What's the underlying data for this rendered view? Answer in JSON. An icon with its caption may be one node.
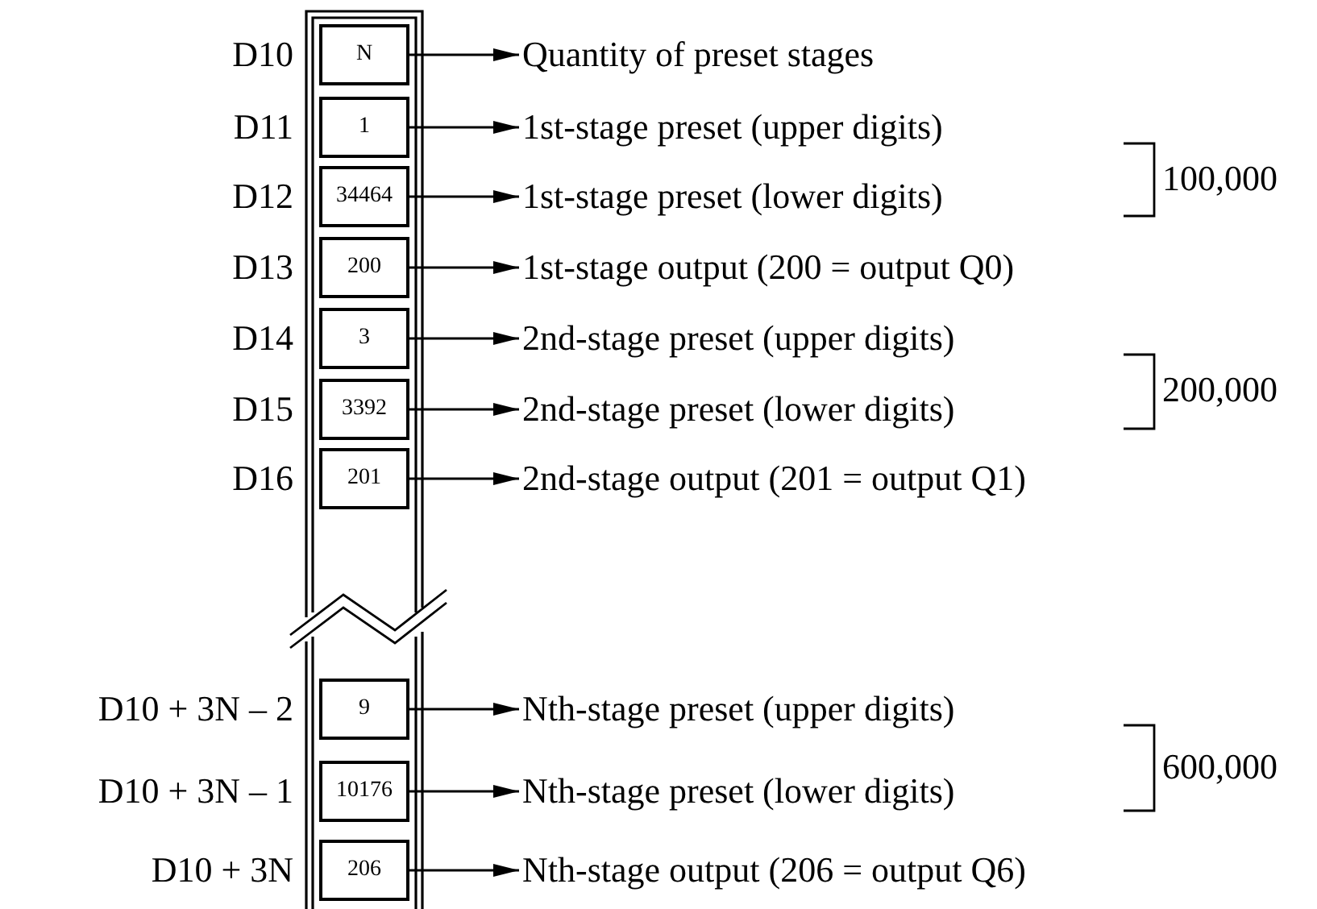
{
  "diagram": {
    "nodes": [
      {
        "text": [
          "N"
        ],
        "beside": [
          "D10"
        ]
      },
      {
        "text": [
          "Quantity of preset stages"
        ]
      },
      {
        "text": [
          "1"
        ],
        "beside": [
          "D11"
        ]
      },
      {
        "text": [
          "1st-stage preset (upper digits)"
        ]
      },
      {
        "text": [
          "34464"
        ],
        "beside": [
          "D12"
        ]
      },
      {
        "text": [
          "1st-stage preset (lower digits)"
        ]
      },
      {
        "text": [
          "200"
        ],
        "beside": [
          "D13"
        ]
      },
      {
        "text": [
          "1st-stage output (200 = output Q0)"
        ]
      },
      {
        "text": [
          "3"
        ],
        "beside": [
          "D14"
        ]
      },
      {
        "text": [
          "2nd-stage preset (upper digits)"
        ]
      },
      {
        "text": [
          "3392"
        ],
        "beside": [
          "D15"
        ]
      },
      {
        "text": [
          "2nd-stage preset (lower digits)"
        ]
      },
      {
        "text": [
          "201"
        ],
        "beside": [
          "D16"
        ]
      },
      {
        "text": [
          "2nd-stage output (201 = output Q1)"
        ]
      },
      {
        "text": [
          "9"
        ],
        "beside": [
          "D10 + 3N – 2"
        ]
      },
      {
        "text": [
          "Nth-stage preset (upper digits)"
        ]
      },
      {
        "text": [
          "10176"
        ],
        "beside": [
          "D10 + 3N – 1"
        ]
      },
      {
        "text": [
          "Nth-stage preset (lower digits)"
        ]
      },
      {
        "text": [
          "206"
        ],
        "beside": [
          "D10 + 3N"
        ]
      },
      {
        "text": [
          "Nth-stage output (206 = output Q6)"
        ]
      }
    ],
    "edges": [
      {
        "from": 0,
        "to": 1,
        "arrow": "to"
      },
      {
        "from": 2,
        "to": 3,
        "arrow": "to"
      },
      {
        "from": 4,
        "to": 5,
        "arrow": "to"
      },
      {
        "from": 6,
        "to": 7,
        "arrow": "to"
      },
      {
        "from": 8,
        "to": 9,
        "arrow": "to"
      },
      {
        "from": 10,
        "to": 11,
        "arrow": "to"
      },
      {
        "from": 12,
        "to": 13,
        "arrow": "to"
      },
      {
        "from": 14,
        "to": 15,
        "arrow": "to"
      },
      {
        "from": 16,
        "to": 17,
        "arrow": "to"
      },
      {
        "from": 18,
        "to": 19,
        "arrow": "to"
      }
    ],
    "labels": [
      "100,000",
      "200,000",
      "600,000"
    ]
  }
}
